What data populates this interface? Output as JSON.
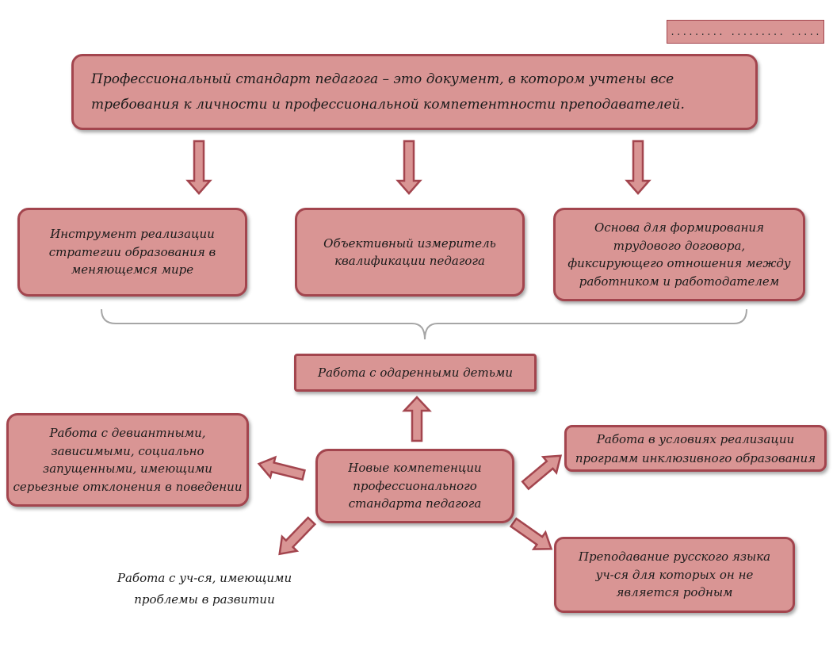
{
  "corner_note": "......... ......... .....",
  "main": {
    "line1": "Профессиональный стандарт педагога – это документ, в котором учтены все",
    "line2": "требования к личности и профессиональной компетентности преподавателей."
  },
  "roles": [
    {
      "lines": [
        "Инструмент реализации",
        "стратегии образования в",
        "меняющемся мире"
      ]
    },
    {
      "lines": [
        "Объективный измеритель",
        "квалификации педагога"
      ]
    },
    {
      "lines": [
        "Основа для формирования",
        "трудового договора,",
        "фиксирующего отношения между",
        "работником и работодателем"
      ]
    }
  ],
  "center": {
    "lines": [
      "Новые компетенции",
      "профессионального",
      "стандарта педагога"
    ]
  },
  "competencies": {
    "gifted": {
      "lines": [
        "Работа с одаренными детьми"
      ]
    },
    "deviant": {
      "lines": [
        "Работа с девиантными,",
        "зависимыми, социально",
        "запущенными, имеющими",
        "серьезные отклонения в поведении"
      ]
    },
    "inclusive": {
      "lines": [
        "Работа в условиях реализации",
        "программ инклюзивного образования"
      ]
    },
    "russian": {
      "lines": [
        "Преподавание русского языка",
        "уч-ся для которых он не",
        "является родным"
      ]
    },
    "dev_problems": {
      "lines": [
        "Работа с уч-ся, имеющими",
        "проблемы в развитии"
      ]
    }
  },
  "colors": {
    "box_fill": "#d99594",
    "box_border": "#a3454e",
    "arrow_fill": "#d99594",
    "arrow_stroke": "#a3454e",
    "brace": "#a6a6a6"
  }
}
